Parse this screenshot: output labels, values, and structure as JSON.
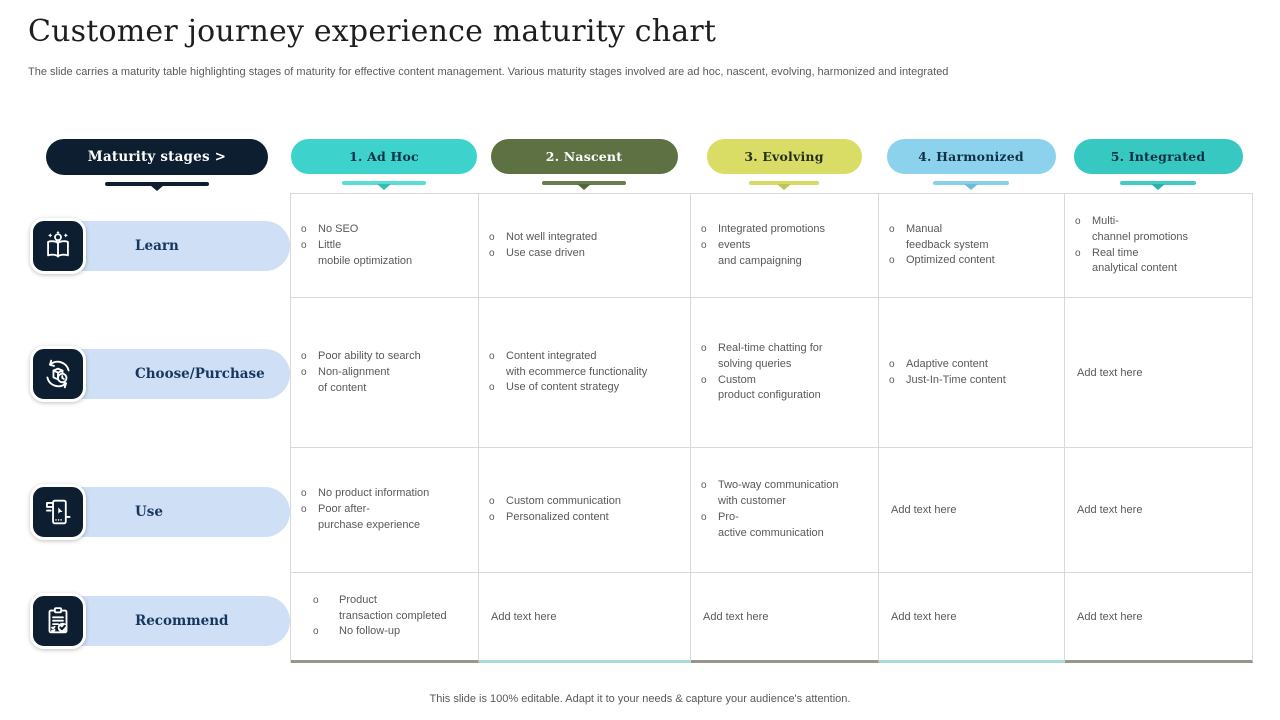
{
  "header": {
    "title": "Customer journey experience maturity chart",
    "subtitle": "The slide carries a maturity table highlighting stages of maturity for effective content management. Various maturity stages involved are ad hoc, nascent, evolving, harmonized and integrated"
  },
  "matrix": {
    "corner_label": "Maturity stages >",
    "columns": [
      {
        "label": "1. Ad Hoc",
        "bg": "#3ed2cc",
        "text": "#12304a",
        "underline": "#5cdcd6",
        "pointer": "#33bdb7"
      },
      {
        "label": "2. Nascent",
        "bg": "#5d7143",
        "text": "#ffffff",
        "underline": "#687d4b",
        "pointer": "#546740"
      },
      {
        "label": "3. Evolving",
        "bg": "#d9dd66",
        "text": "#24301c",
        "underline": "#d6da62",
        "pointer": "#c0c552"
      },
      {
        "label": "4. Harmonized",
        "bg": "#8dd2ec",
        "text": "#123048",
        "underline": "#8acfe9",
        "pointer": "#6fbcd9"
      },
      {
        "label": "5. Integrated",
        "bg": "#38c8c2",
        "text": "#0f2d40",
        "underline": "#43ccc6",
        "pointer": "#2bb1ab"
      }
    ],
    "bottom_accents": [
      "#96968b",
      "#a7dbd7",
      "#96968b",
      "#a7dbd7",
      "#96968b"
    ],
    "rows": [
      {
        "label": "Learn",
        "icon": "learn-book-icon",
        "cells": [
          {
            "bullets": [
              [
                "No SEO"
              ],
              [
                "Little",
                "mobile optimization"
              ]
            ]
          },
          {
            "bullets": [
              [
                "Not well integrated"
              ],
              [
                "Use case driven"
              ]
            ]
          },
          {
            "bullets": [
              [
                "Integrated promotions"
              ],
              [
                "events",
                "and campaigning"
              ]
            ]
          },
          {
            "bullets": [
              [
                "Manual",
                "feedback system"
              ],
              [
                "Optimized content"
              ]
            ]
          },
          {
            "bullets": [
              [
                "Multi-",
                "channel promotions"
              ],
              [
                "Real time",
                "analytical content"
              ]
            ]
          }
        ]
      },
      {
        "label": "Choose/Purchase",
        "icon": "purchase-box-icon",
        "cells": [
          {
            "bullets": [
              [
                "Poor ability to search"
              ],
              [
                "Non-alignment",
                "of content"
              ]
            ]
          },
          {
            "bullets": [
              [
                "Content integrated",
                "with ecommerce functionality"
              ],
              [
                "Use of content strategy"
              ]
            ]
          },
          {
            "bullets": [
              [
                "Real-time chatting for",
                "solving queries"
              ],
              [
                "Custom",
                "product configuration"
              ]
            ]
          },
          {
            "bullets": [
              [
                "Adaptive content"
              ],
              [
                "Just-In-Time content"
              ]
            ]
          },
          {
            "placeholder": "Add text here"
          }
        ]
      },
      {
        "label": "Use",
        "icon": "kiosk-touch-icon",
        "cells": [
          {
            "bullets": [
              [
                "No product information"
              ],
              [
                "Poor after-",
                "purchase experience"
              ]
            ]
          },
          {
            "bullets": [
              [
                "Custom communication"
              ],
              [
                "Personalized content"
              ]
            ]
          },
          {
            "bullets": [
              [
                "Two-way communication",
                "with customer"
              ],
              [
                "Pro-",
                "active communication"
              ]
            ]
          },
          {
            "placeholder": "Add text here"
          },
          {
            "placeholder": "Add text here"
          }
        ]
      },
      {
        "label": "Recommend",
        "icon": "clipboard-check-icon",
        "cells": [
          {
            "bullets": [
              [
                "Product",
                "transaction completed"
              ],
              [
                "No follow-up"
              ]
            ],
            "indent": true
          },
          {
            "placeholder": "Add text here"
          },
          {
            "placeholder": "Add text here"
          },
          {
            "placeholder": "Add text here"
          },
          {
            "placeholder": "Add text here"
          }
        ]
      }
    ]
  },
  "footer": {
    "note": "This slide is 100% editable. Adapt it to your needs & capture your audience's attention."
  },
  "colors": {
    "navy": "#0d1e31",
    "row_pill_bg": "#cfe0f6",
    "row_label_text": "#17365e",
    "cell_text": "#595959",
    "grid_border": "#d9d9d9"
  }
}
